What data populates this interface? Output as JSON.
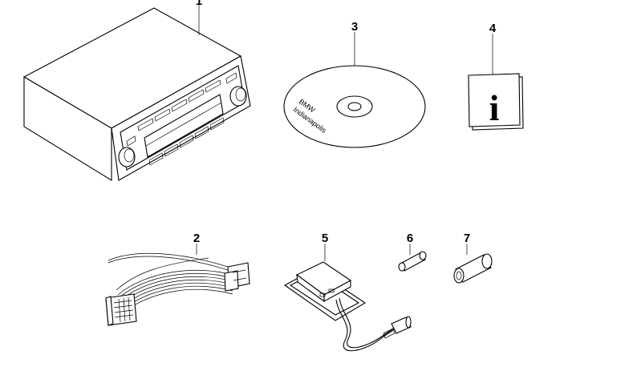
{
  "parts": [
    {
      "number": "1",
      "part": "radio"
    },
    {
      "number": "2",
      "part": "wiring-harness"
    },
    {
      "number": "3",
      "part": "cd"
    },
    {
      "number": "4",
      "part": "info-booklet"
    },
    {
      "number": "5",
      "part": "antenna"
    },
    {
      "number": "6",
      "part": "sleeve-small"
    },
    {
      "number": "7",
      "part": "sleeve-large"
    }
  ],
  "cd": {
    "line1": "BMW",
    "line2": "Indianapolis"
  },
  "info": {
    "glyph": "i"
  },
  "colors": {
    "line": "#000000",
    "background": "#ffffff"
  }
}
